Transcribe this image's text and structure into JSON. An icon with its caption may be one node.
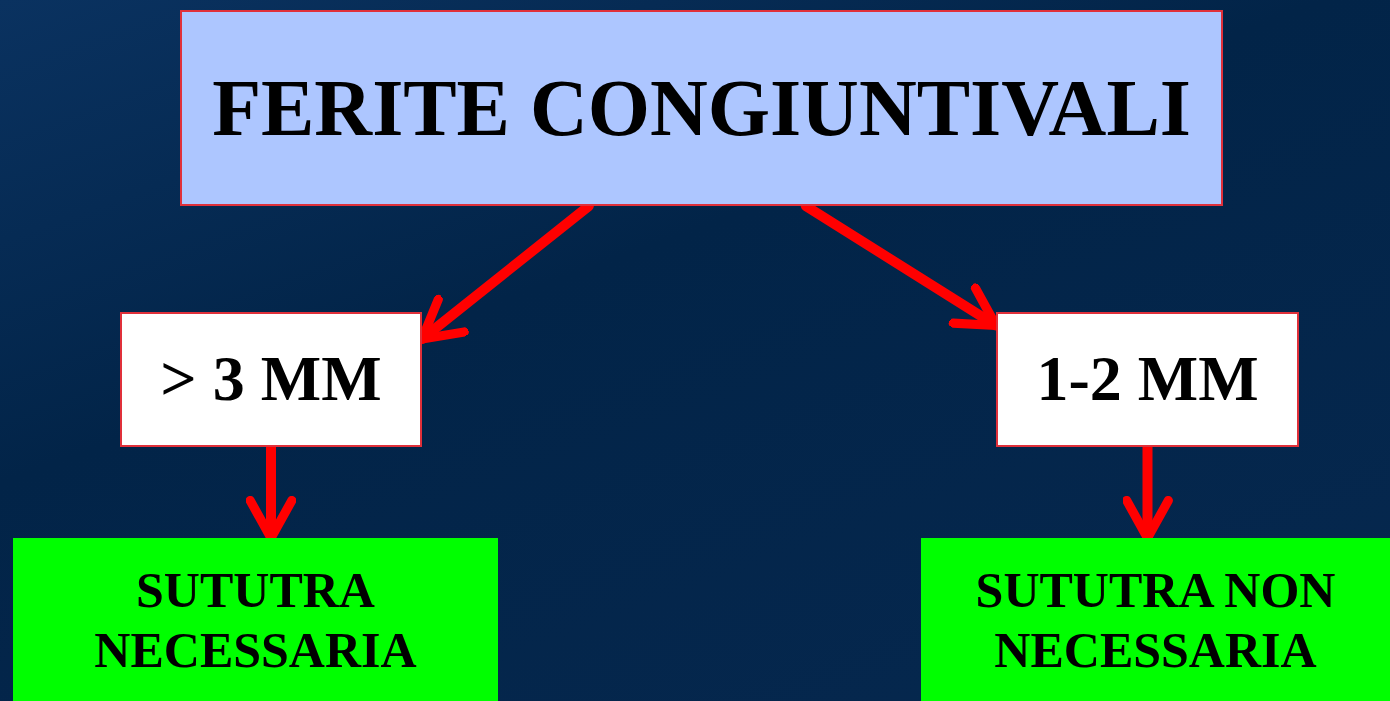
{
  "diagram": {
    "nodes": [
      {
        "text": [
          "FERITE CONGIUNTIVALI"
        ]
      },
      {
        "text": [
          "> 3 MM"
        ]
      },
      {
        "text": [
          "1-2 MM"
        ]
      },
      {
        "text": [
          "SUTUTRA NECESSARIA"
        ]
      },
      {
        "text": [
          "SUTUTRA NON NECESSARIA"
        ]
      }
    ],
    "edges": [
      {
        "from": 0,
        "to": 1,
        "arrow": "to"
      },
      {
        "from": 0,
        "to": 2,
        "arrow": "to"
      },
      {
        "from": 1,
        "to": 3,
        "arrow": "to"
      },
      {
        "from": 2,
        "to": 4,
        "arrow": "to"
      }
    ]
  }
}
